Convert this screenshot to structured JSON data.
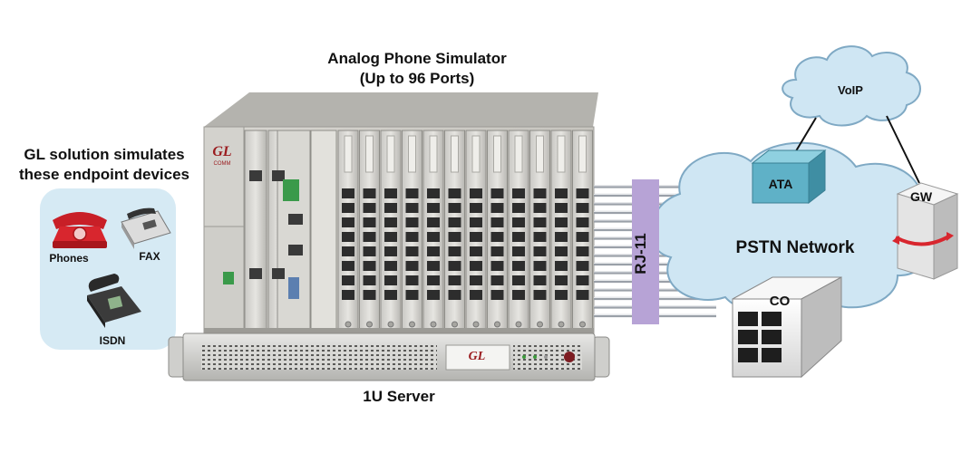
{
  "simulator": {
    "title_line1": "Analog Phone Simulator",
    "title_line2": "(Up to 96 Ports)",
    "chassis_logo": "GL",
    "chassis_sublogo": "COMM",
    "server_label": "1U Server",
    "server_logo": "GL"
  },
  "endpoints": {
    "heading_line1": "GL solution simulates",
    "heading_line2": "these endpoint devices",
    "phones_label": "Phones",
    "fax_label": "FAX",
    "isdn_label": "ISDN"
  },
  "connector": {
    "label": "RJ-11"
  },
  "network": {
    "voip_label": "VoIP",
    "ata_label": "ATA",
    "pstn_label": "PSTN Network",
    "gw_label": "GW",
    "co_label": "CO"
  },
  "colors": {
    "endpoint_panel": "#d6eaf4",
    "cloud_fill": "#cfe6f3",
    "cloud_stroke": "#7fa9c4",
    "ata_fill": "#5fb1c7",
    "rj11_fill": "#b7a3d6",
    "phone_red": "#d8262e"
  }
}
